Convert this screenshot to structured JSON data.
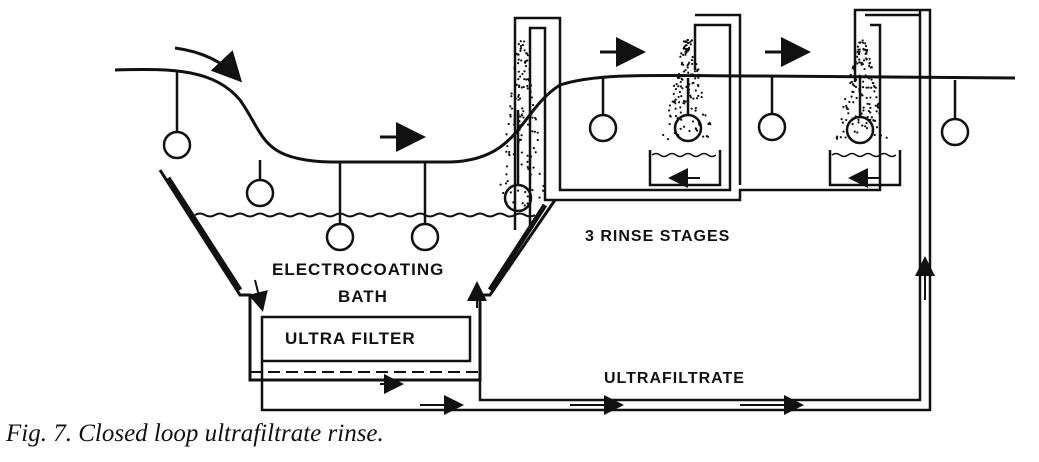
{
  "labels": {
    "rinse_stages": "3 RINSE STAGES",
    "bath_line1": "ELECTROCOATING",
    "bath_line2": "BATH",
    "ultra_filter": "ULTRA FILTER",
    "ultrafiltrate": "ULTRAFILTRATE"
  },
  "caption": "Fig. 7. Closed loop ultrafiltrate rinse.",
  "colors": {
    "ink": "#111111",
    "background": "#ffffff"
  }
}
